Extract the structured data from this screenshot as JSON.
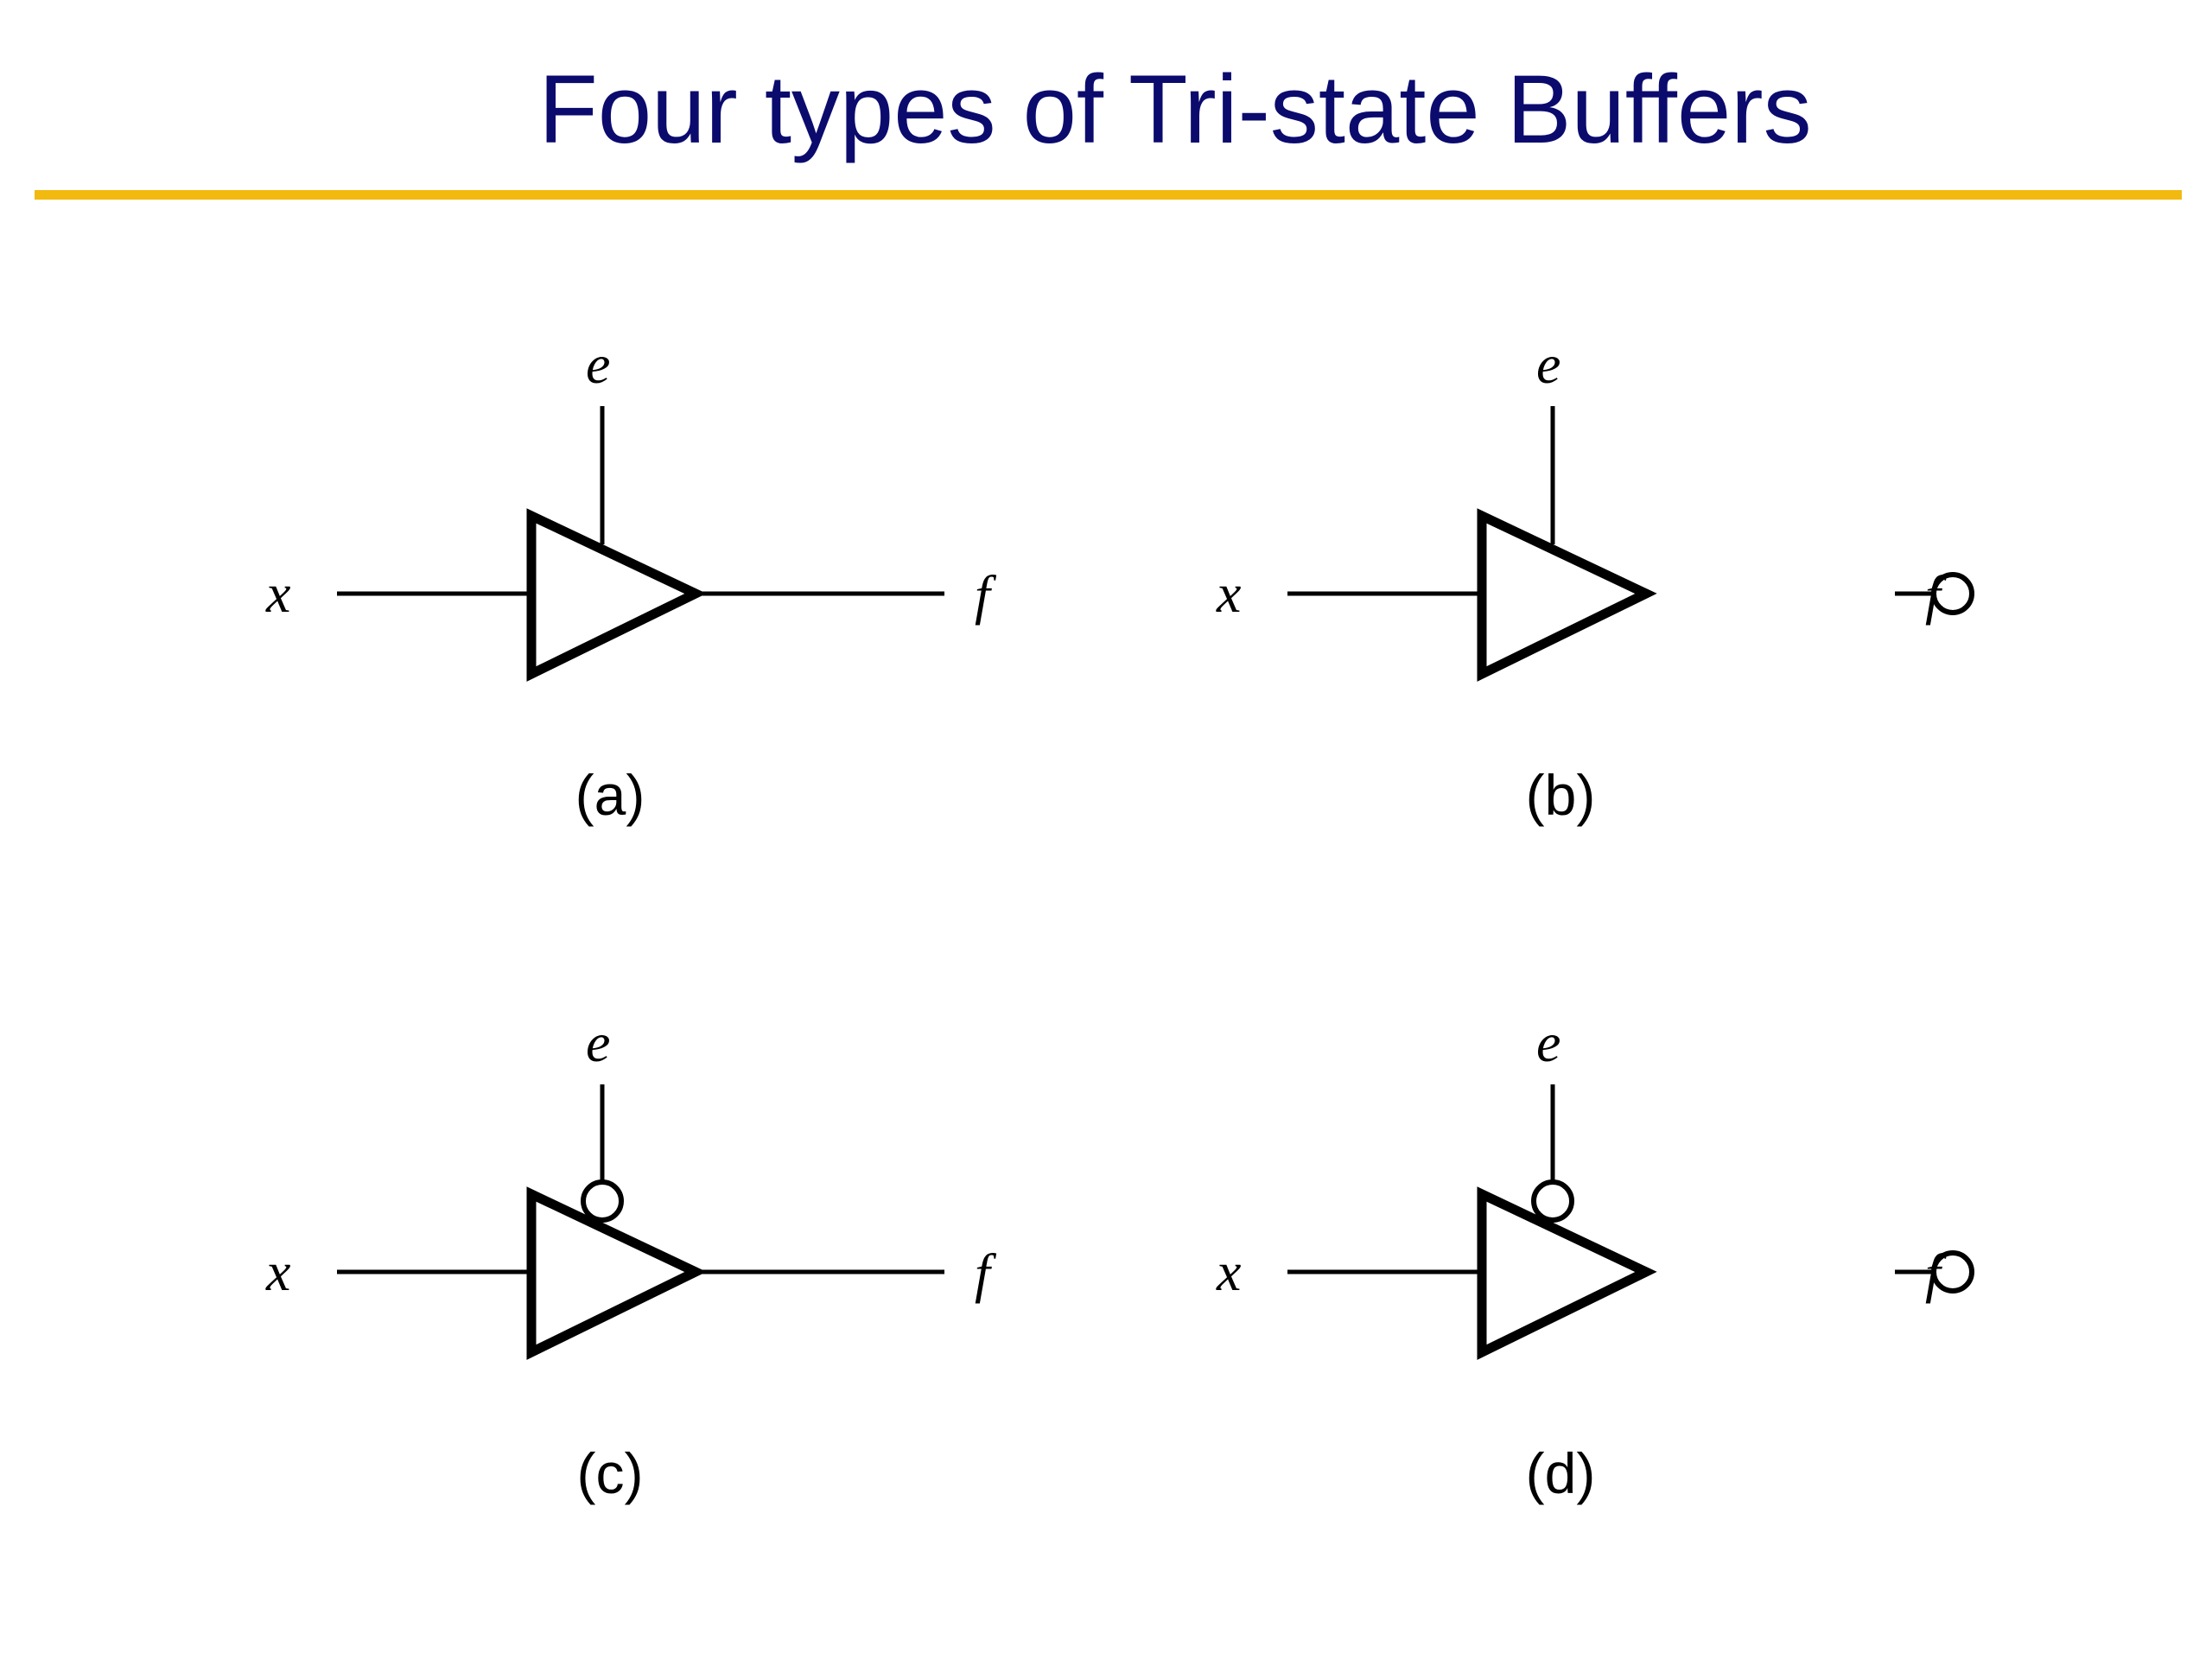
{
  "slide": {
    "title": "Four types of Tri-state Buffers",
    "colors": {
      "title": "#0b0b6e",
      "rule": "#f2b90f",
      "ink": "#000000"
    }
  },
  "gates": [
    {
      "caption": "(a)",
      "input": "x",
      "enable": "e",
      "output": "f",
      "inverted_enable": false,
      "inverted_output": false
    },
    {
      "caption": "(b)",
      "input": "x",
      "enable": "e",
      "output": "f",
      "inverted_enable": false,
      "inverted_output": true
    },
    {
      "caption": "(c)",
      "input": "x",
      "enable": "e",
      "output": "f",
      "inverted_enable": true,
      "inverted_output": false
    },
    {
      "caption": "(d)",
      "input": "x",
      "enable": "e",
      "output": "f",
      "inverted_enable": true,
      "inverted_output": true
    }
  ]
}
